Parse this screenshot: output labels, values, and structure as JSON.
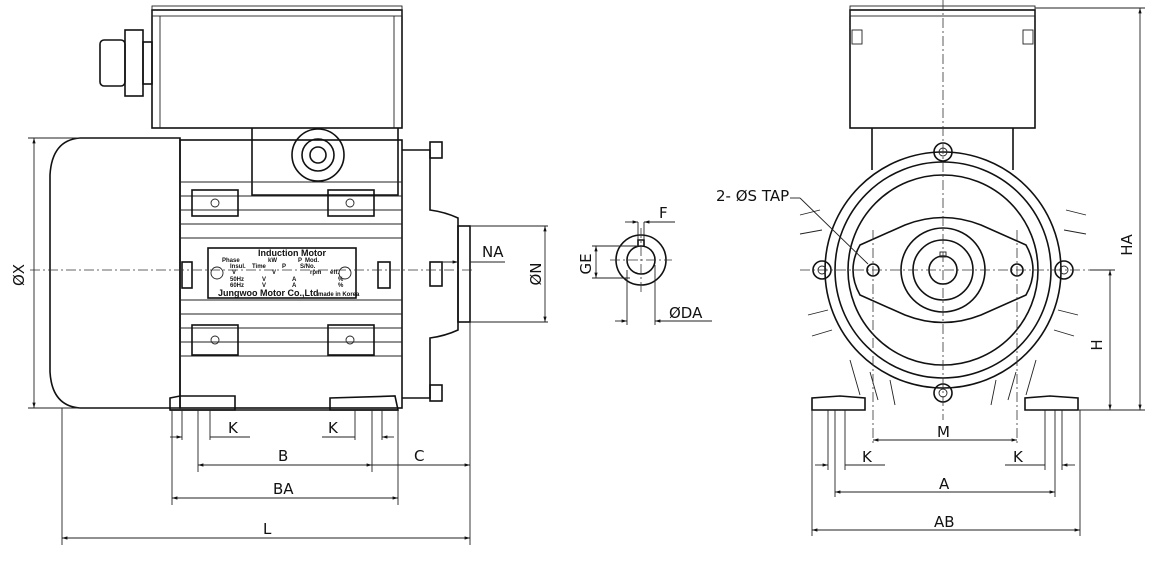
{
  "side_view": {
    "labels": {
      "dia_x": "ØX",
      "na": "NA",
      "dia_n": "ØN",
      "k_left": "K",
      "k_right": "K",
      "b": "B",
      "c": "C",
      "ba": "BA",
      "l": "L"
    },
    "nameplate": {
      "title": "Induction Motor",
      "row1": [
        "Phase",
        "kW",
        "P",
        "Mod."
      ],
      "row2": [
        "Insul.",
        "Time",
        "P",
        "S/No."
      ],
      "row3": [
        "V",
        "V",
        "rpm",
        "eff."
      ],
      "row4": [
        "50Hz",
        "V",
        "A",
        "%"
      ],
      "row5": [
        "60Hz",
        "V",
        "A",
        "%"
      ],
      "maker": "Jungwoo Motor Co.,Ltd",
      "origin": "made in Korea"
    }
  },
  "shaft_detail": {
    "labels": {
      "f": "F",
      "ge": "GE",
      "dia_da": "ØDA"
    }
  },
  "front_view": {
    "labels": {
      "tap": "2- ØS TAP",
      "ha": "HA",
      "h": "H",
      "m": "M",
      "k_left": "K",
      "k_right": "K",
      "a": "A",
      "ab": "AB"
    }
  }
}
